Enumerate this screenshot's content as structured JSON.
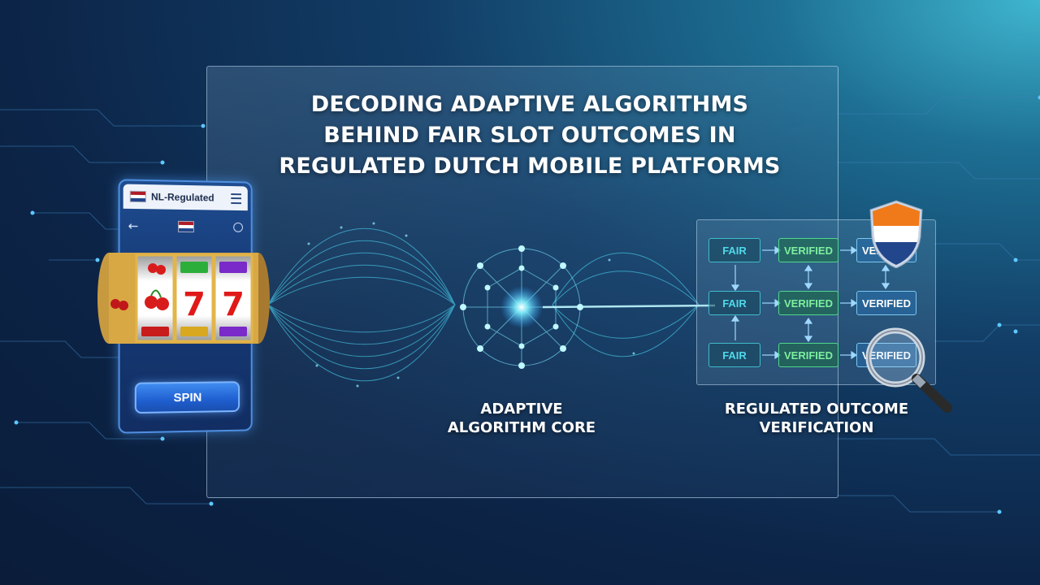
{
  "title_lines": [
    "DECODING ADAPTIVE ALGORITHMS",
    "BEHIND FAIR SLOT OUTCOMES IN",
    "REGULATED DUTCH MOBILE PLATFORMS"
  ],
  "phone": {
    "header_label": "NL-Regulated",
    "spin_label": "SPIN",
    "reel_symbols": [
      {
        "top": "cherry",
        "mid": "cherry",
        "bottom": "BAR"
      },
      {
        "top": "bar-green",
        "mid": "7",
        "bottom": "BAR"
      },
      {
        "top": "bar-purple",
        "mid": "7",
        "bottom": "BAR"
      }
    ]
  },
  "core": {
    "caption_lines": [
      "ADAPTIVE",
      "ALGORITHM CORE"
    ]
  },
  "verification": {
    "caption_lines": [
      "REGULATED OUTCOME",
      "VERIFICATION"
    ],
    "rows": [
      [
        "FAIR",
        "VERIFIED",
        "VERIFIED"
      ],
      [
        "FAIR",
        "VERIFIED",
        "VERIFIED"
      ],
      [
        "FAIR",
        "VERIFIED",
        "VERIFIED"
      ]
    ]
  },
  "colors": {
    "flag_red": "#ae1c28",
    "flag_white": "#ffffff",
    "flag_blue": "#21468b",
    "shield_orange": "#f07a1a",
    "glow_cyan": "#4fe3ff",
    "fair_teal": "#4fd9e9",
    "verified_green": "#7df0a0"
  },
  "icons": [
    "nl-flag-icon",
    "menu-icon",
    "back-arrow-icon",
    "settings-icon",
    "shield-icon",
    "magnifier-icon"
  ]
}
